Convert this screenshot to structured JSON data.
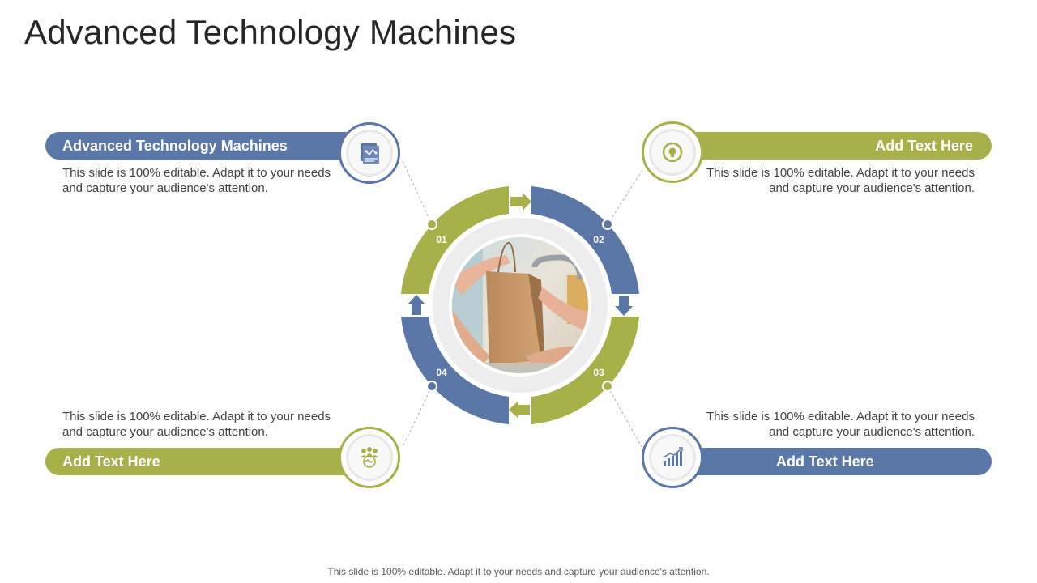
{
  "title": "Advanced Technology Machines",
  "colors": {
    "blue": "#5b77a8",
    "olive": "#a8b04a",
    "ring_gray": "#ededed",
    "dot_line": "#b0b0b0"
  },
  "steps": [
    {
      "number": "01",
      "heading": "Advanced Technology Machines",
      "text": "This slide is 100% editable. Adapt it to your needs and capture your audience's attention.",
      "icon": "strategy-document-icon"
    },
    {
      "number": "02",
      "heading": "Add Text Here",
      "text": "This slide is 100% editable. Adapt it to your needs and capture your audience's attention.",
      "icon": "lightbulb-cycle-icon"
    },
    {
      "number": "03",
      "heading": "Add Text Here",
      "text": "This slide is 100% editable. Adapt it to your needs and capture your audience's attention.",
      "icon": "bar-chart-growth-icon"
    },
    {
      "number": "04",
      "heading": "Add Text Here",
      "text": "This slide is 100% editable. Adapt it to your needs and capture your audience's attention.",
      "icon": "team-handshake-icon"
    }
  ],
  "center_image": "photo-hands-exchanging-paper-bag",
  "footer": "This slide is 100% editable. Adapt it to your needs and capture your audience's attention."
}
